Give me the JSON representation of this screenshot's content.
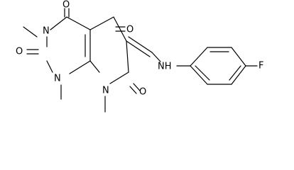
{
  "atoms": {
    "n3": "N",
    "n1": "N",
    "n8": "N",
    "nh": "NH",
    "f": "F",
    "o4": "O",
    "o2": "O",
    "o5": "O",
    "o7": "O"
  }
}
